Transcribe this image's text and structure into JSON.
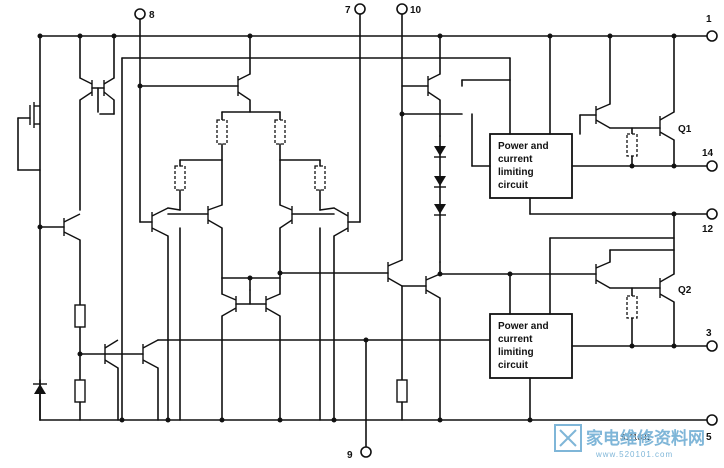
{
  "pins": [
    {
      "id": "pin-1",
      "label": "1"
    },
    {
      "id": "pin-14",
      "label": "14"
    },
    {
      "id": "pin-12",
      "label": "12"
    },
    {
      "id": "pin-3",
      "label": "3"
    },
    {
      "id": "pin-5",
      "label": "5"
    },
    {
      "id": "pin-8",
      "label": "8"
    },
    {
      "id": "pin-7",
      "label": "7"
    },
    {
      "id": "pin-10",
      "label": "10"
    },
    {
      "id": "pin-9",
      "label": "9"
    }
  ],
  "blocks": {
    "upper": [
      "Power and",
      "current",
      "limiting",
      "circuit"
    ],
    "lower": [
      "Power and",
      "current",
      "limiting",
      "circuit"
    ]
  },
  "transistors": {
    "q1": "Q1",
    "q2": "Q2"
  },
  "reference": "S111831",
  "watermark": {
    "text": "家电维修资料网",
    "url": "www.520101.com"
  }
}
